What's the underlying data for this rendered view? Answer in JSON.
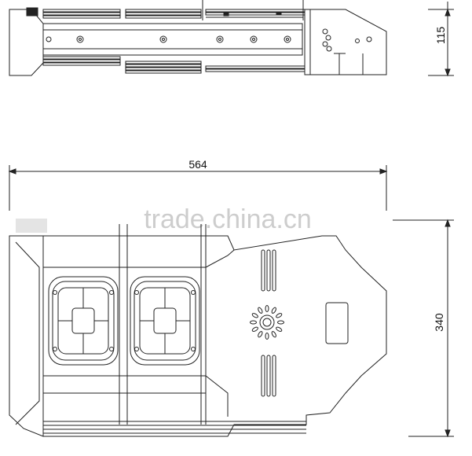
{
  "dimensions": {
    "top_height": "115",
    "width": "564",
    "side_height": "340"
  },
  "watermark": {
    "text": "trade.china.cn"
  },
  "colors": {
    "line": "#222222",
    "background": "#ffffff",
    "watermark": "#bdbdbd"
  }
}
